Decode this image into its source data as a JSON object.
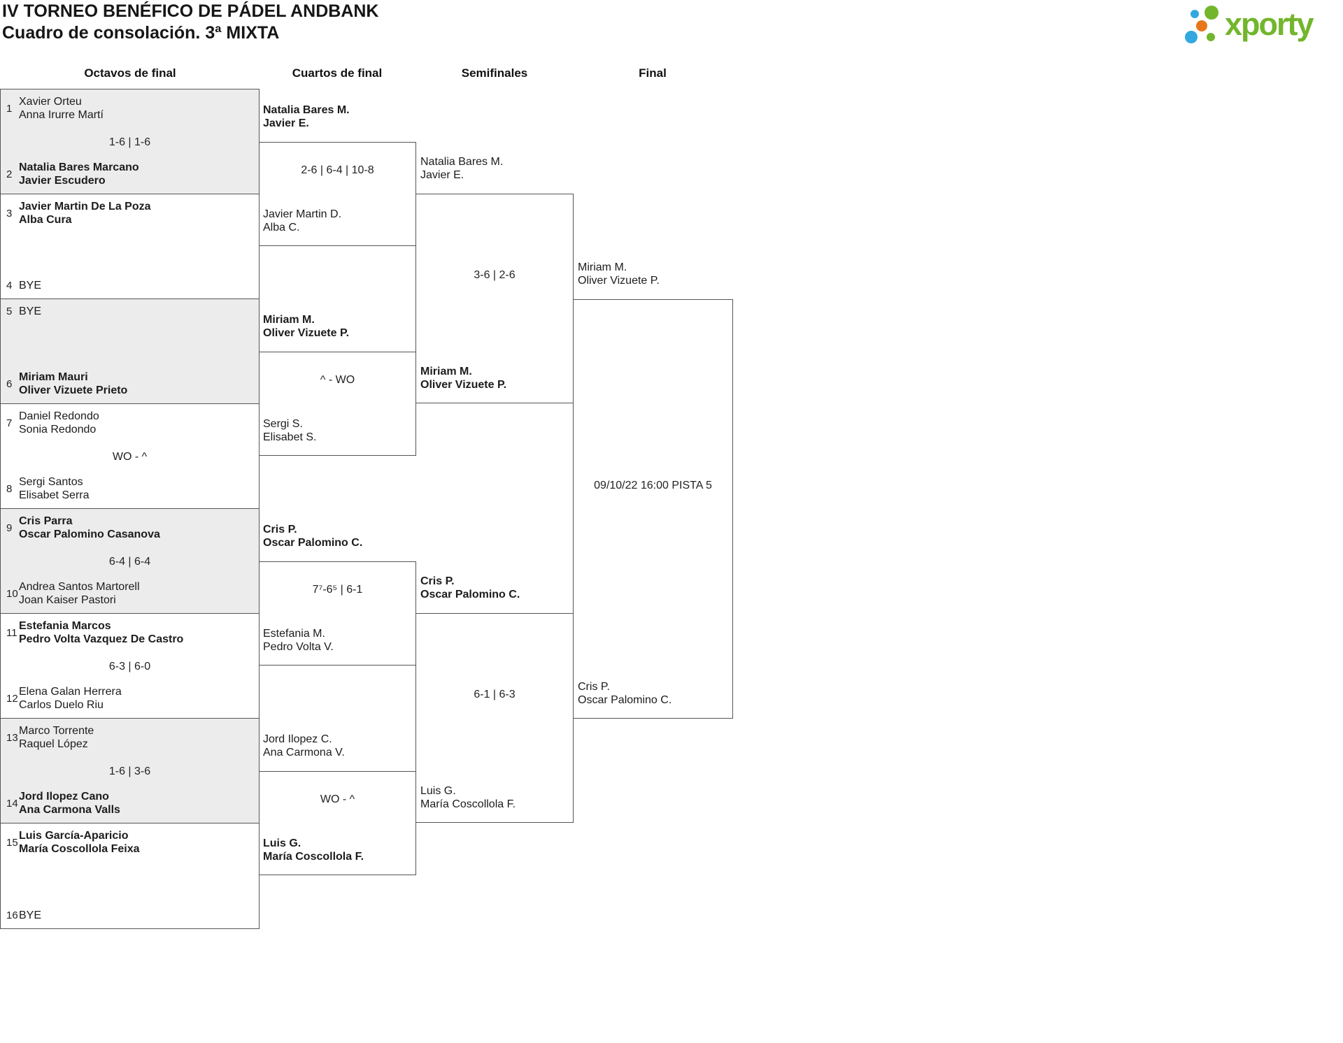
{
  "title": {
    "line1": "IV TORNEO BENÉFICO DE PÁDEL ANDBANK",
    "line2": "Cuadro de consolación. 3ª MIXTA"
  },
  "logo": {
    "text": "xporty"
  },
  "colors": {
    "green": "#72b62c",
    "blue": "#33a7e0",
    "orange": "#e8761b",
    "border": "#555555",
    "alt_bg": "#ececec"
  },
  "headers": [
    "Octavos de final",
    "Cuartos de final",
    "Semifinales",
    "Final"
  ],
  "round16": [
    {
      "seed1": "1",
      "team1": [
        "Xavier Orteu",
        "Anna Irurre Martí"
      ],
      "w1": "normal",
      "score": "1-6 | 1-6",
      "seed2": "2",
      "team2": [
        "Natalia Bares Marcano",
        "Javier Escudero"
      ],
      "w2": "bold"
    },
    {
      "seed1": "3",
      "team1": [
        "Javier Martin De La Poza",
        "Alba Cura"
      ],
      "w1": "bold",
      "score": "",
      "seed2": "4",
      "team2": [
        "BYE"
      ],
      "w2": "normal"
    },
    {
      "seed1": "5",
      "team1": [
        "BYE"
      ],
      "w1": "normal",
      "score": "",
      "seed2": "6",
      "team2": [
        "Miriam Mauri",
        "Oliver Vizuete Prieto"
      ],
      "w2": "bold"
    },
    {
      "seed1": "7",
      "team1": [
        "Daniel Redondo",
        "Sonia Redondo"
      ],
      "w1": "normal",
      "score": "WO - ^",
      "seed2": "8",
      "team2": [
        "Sergi Santos",
        "Elisabet Serra"
      ],
      "w2": "normal"
    },
    {
      "seed1": "9",
      "team1": [
        "Cris Parra",
        "Oscar Palomino Casanova"
      ],
      "w1": "bold",
      "score": "6-4 | 6-4",
      "seed2": "10",
      "team2": [
        "Andrea Santos Martorell",
        "Joan Kaiser Pastori"
      ],
      "w2": "normal"
    },
    {
      "seed1": "11",
      "team1": [
        "Estefania Marcos",
        "Pedro Volta Vazquez De Castro"
      ],
      "w1": "bold",
      "score": "6-3 | 6-0",
      "seed2": "12",
      "team2": [
        "Elena Galan Herrera",
        "Carlos Duelo Riu"
      ],
      "w2": "normal"
    },
    {
      "seed1": "13",
      "team1": [
        "Marco Torrente",
        "Raquel López"
      ],
      "w1": "normal",
      "score": "1-6 | 3-6",
      "seed2": "14",
      "team2": [
        "Jord Ilopez Cano",
        "Ana Carmona Valls"
      ],
      "w2": "bold"
    },
    {
      "seed1": "15",
      "team1": [
        "Luis García-Aparicio",
        "María Coscollola Feixa"
      ],
      "w1": "bold",
      "score": "",
      "seed2": "16",
      "team2": [
        "BYE"
      ],
      "w2": "normal"
    }
  ],
  "quarterfinals": [
    {
      "top": {
        "lines": [
          "Natalia Bares M.",
          "Javier E."
        ],
        "weight": "bold"
      },
      "score": "2-6 | 6-4 | 10-8",
      "bottom": {
        "lines": [
          "Javier Martin D.",
          "Alba C."
        ],
        "weight": "normal"
      }
    },
    {
      "top": {
        "lines": [
          "Miriam M.",
          "Oliver Vizuete P."
        ],
        "weight": "bold"
      },
      "score": "^ - WO",
      "bottom": {
        "lines": [
          "Sergi S.",
          "Elisabet S."
        ],
        "weight": "normal"
      }
    },
    {
      "top": {
        "lines": [
          "Cris P.",
          "Oscar Palomino C."
        ],
        "weight": "bold"
      },
      "score": "7⁷-6⁵ | 6-1",
      "bottom": {
        "lines": [
          "Estefania M.",
          "Pedro Volta V."
        ],
        "weight": "normal"
      }
    },
    {
      "top": {
        "lines": [
          "Jord Ilopez C.",
          "Ana Carmona V."
        ],
        "weight": "normal"
      },
      "score": "WO - ^",
      "bottom": {
        "lines": [
          "Luis G.",
          "María Coscollola F."
        ],
        "weight": "bold"
      }
    }
  ],
  "semifinals": [
    {
      "top": {
        "lines": [
          "Natalia Bares M.",
          "Javier E."
        ],
        "weight": "normal"
      },
      "score": "3-6 | 2-6",
      "bottom": {
        "lines": [
          "Miriam M.",
          "Oliver Vizuete P."
        ],
        "weight": "bold"
      }
    },
    {
      "top": {
        "lines": [
          "Cris P.",
          "Oscar Palomino C."
        ],
        "weight": "bold"
      },
      "score": "6-1 | 6-3",
      "bottom": {
        "lines": [
          "Luis G.",
          "María Coscollola F."
        ],
        "weight": "normal"
      }
    }
  ],
  "final": {
    "top": {
      "lines": [
        "Miriam M.",
        "Oliver Vizuete P."
      ],
      "weight": "normal"
    },
    "score": "09/10/22 16:00 PISTA 5",
    "bottom": {
      "lines": [
        "Cris P.",
        "Oscar Palomino C."
      ],
      "weight": "normal"
    }
  }
}
